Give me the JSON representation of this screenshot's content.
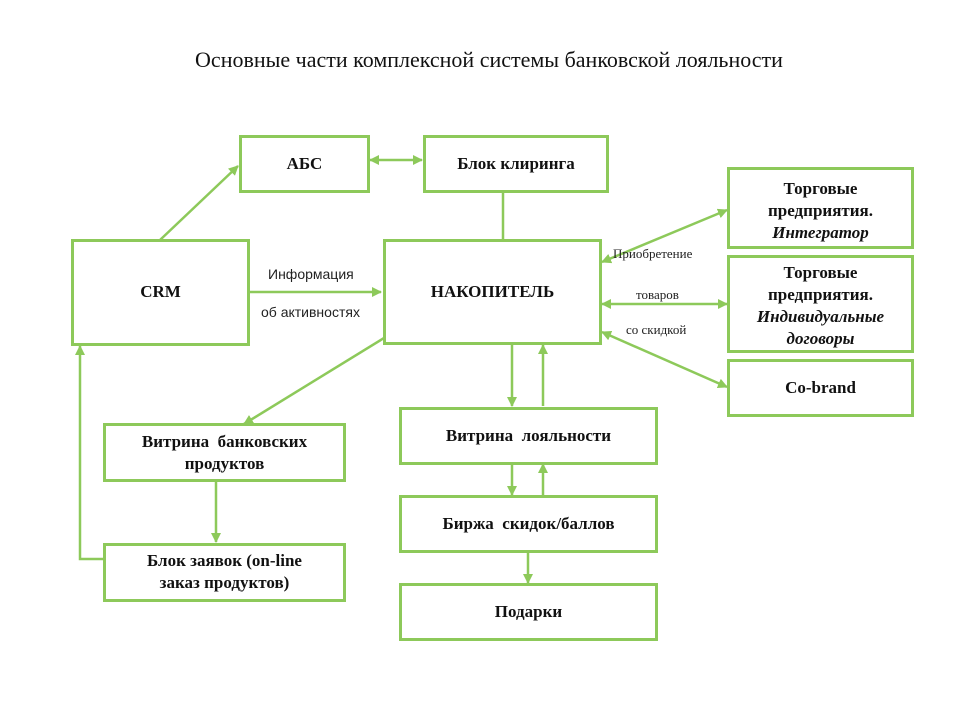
{
  "title": "Основные части комплексной системы банковской лояльности",
  "accent_color": "#8dc95a",
  "nodes": {
    "abs": "АБС",
    "clearing": "Блок клиринга",
    "crm": "CRM",
    "accumulator": "НАКОПИТЕЛЬ",
    "merchants_integrator": {
      "line1": "Торговые",
      "line2": "предприятия.",
      "line3": "Интегратор"
    },
    "merchants_individual": {
      "line1": "Торговые",
      "line2": "предприятия.",
      "line3": "Индивидуальные",
      "line4": "договоры"
    },
    "cobrand": "Co-brand",
    "bank_products_showcase": {
      "line1": "Витрина  банковских",
      "line2": "продуктов"
    },
    "orders_block": {
      "line1": "Блок заявок (on-line",
      "line2": "заказ продуктов)"
    },
    "loyalty_showcase": "Витрина  лояльности",
    "exchange": "Биржа  скидок/баллов",
    "gifts": "Подарки"
  },
  "edge_labels": {
    "crm_to_accumulator": {
      "line1": "Информация",
      "line2": "об активностях"
    },
    "merchants": {
      "line1": "Приобретение",
      "line2": "товаров",
      "line3": "со скидкой"
    }
  }
}
